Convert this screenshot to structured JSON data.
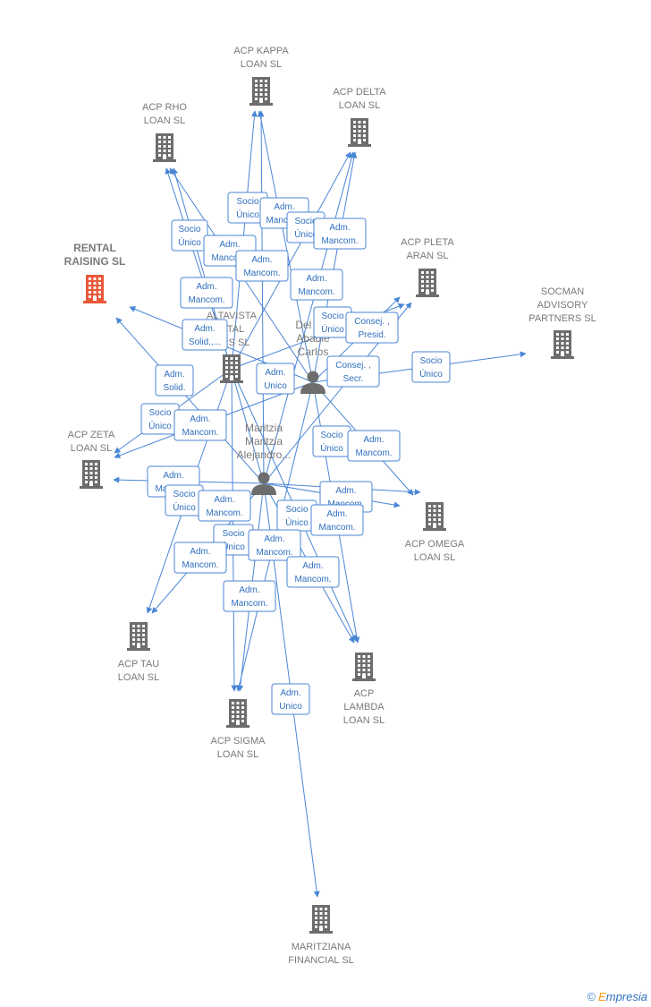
{
  "colors": {
    "edge": "#4a86d6",
    "company": "#6d6d6d",
    "focus": "#e8593a",
    "person": "#6d6d6d",
    "label_text": "#2f6fbf"
  },
  "companies": [
    {
      "id": "kappa",
      "lines": [
        "ACP KAPPA",
        "LOAN  SL"
      ],
      "focus": false
    },
    {
      "id": "rho",
      "lines": [
        "ACP RHO",
        "LOAN  SL"
      ],
      "focus": false
    },
    {
      "id": "delta",
      "lines": [
        "ACP DELTA",
        "LOAN  SL"
      ],
      "focus": false
    },
    {
      "id": "rental",
      "lines": [
        "RENTAL",
        "RAISING  SL"
      ],
      "focus": true
    },
    {
      "id": "pleta",
      "lines": [
        "ACP PLETA",
        "ARAN  SL"
      ],
      "focus": false
    },
    {
      "id": "socman",
      "lines": [
        "SOCMAN",
        "ADVISORY",
        "PARTNERS  SL"
      ],
      "focus": false
    },
    {
      "id": "altavista",
      "lines": [
        "ALTAVISTA",
        "...TAL",
        "...RS  SL"
      ],
      "focus": false
    },
    {
      "id": "zeta",
      "lines": [
        "ACP ZETA",
        "LOAN  SL"
      ],
      "focus": false
    },
    {
      "id": "omega",
      "lines": [
        "ACP OMEGA",
        "LOAN  SL"
      ],
      "focus": false
    },
    {
      "id": "tau",
      "lines": [
        "ACP TAU",
        "LOAN  SL"
      ],
      "focus": false
    },
    {
      "id": "lambda",
      "lines": [
        "ACP",
        "LAMBDA",
        "LOAN  SL"
      ],
      "focus": false
    },
    {
      "id": "sigma",
      "lines": [
        "ACP SIGMA",
        "LOAN  SL"
      ],
      "focus": false
    },
    {
      "id": "maritziana",
      "lines": [
        "MARITZIANA",
        "FINANCIAL  SL"
      ],
      "focus": false
    }
  ],
  "persons": [
    {
      "id": "delb",
      "lines": [
        "Del B...",
        "Abadie",
        "Carlos"
      ]
    },
    {
      "id": "maritzia",
      "lines": [
        "Maritzia",
        "Maritzia",
        "Alejandro..."
      ]
    }
  ],
  "edge_labels": [
    [
      "Socio",
      "Único"
    ],
    [
      "Adm.",
      "Mancom."
    ],
    [
      "Socio",
      "Único"
    ],
    [
      "Adm.",
      "Mancom."
    ],
    [
      "Socio",
      "Único"
    ],
    [
      "Adm.",
      "Mancom."
    ],
    [
      "Adm.",
      "Mancom."
    ],
    [
      "Adm.",
      "Mancom."
    ],
    [
      "Adm.",
      "Mancom."
    ],
    [
      "Adm.",
      "Solid.,..."
    ],
    [
      "Socio",
      "Único"
    ],
    [
      "Consej. ,",
      "Presid."
    ],
    [
      "Consej. ,",
      "Secr."
    ],
    [
      "Socio",
      "Único"
    ],
    [
      "Adm.",
      "Solid."
    ],
    [
      "Adm.",
      "Unico"
    ],
    [
      "Socio",
      "Único"
    ],
    [
      "Adm.",
      "Mancom."
    ],
    [
      "Socio",
      "Único"
    ],
    [
      "Adm.",
      "Mancom."
    ],
    [
      "Adm.",
      "Mancom."
    ],
    [
      "Socio",
      "Único"
    ],
    [
      "Adm.",
      "Mancom."
    ],
    [
      "Adm.",
      "Mancom."
    ],
    [
      "Socio",
      "Único"
    ],
    [
      "Adm.",
      "Mancom."
    ],
    [
      "Socio",
      "Único"
    ],
    [
      "Adm.",
      "Mancom."
    ],
    [
      "Adm.",
      "Mancom."
    ],
    [
      "Adm.",
      "Mancom."
    ],
    [
      "Adm.",
      "Mancom."
    ],
    [
      "Adm.",
      "Unico"
    ]
  ],
  "brand": {
    "symbol": "©",
    "first": "E",
    "rest": "mpresia"
  }
}
